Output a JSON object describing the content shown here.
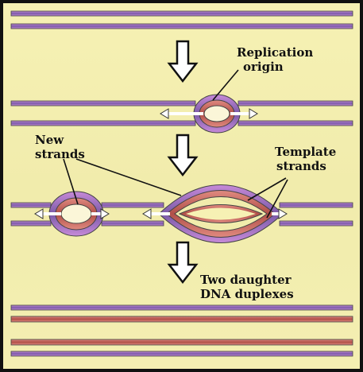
{
  "labels": {
    "replication_origin_line1": "Replication",
    "replication_origin_line2": "origin",
    "new_strands_line1": "New",
    "new_strands_line2": "strands",
    "template_strands_line1": "Template",
    "template_strands_line2": "strands",
    "daughter_line1": "Two daughter",
    "daughter_line2": "DNA duplexes"
  },
  "colors": {
    "background": "#f3efb0",
    "template_strand": "#8a6fb8",
    "new_strand": "#c9635a",
    "strand_outline": "#3a3a3a",
    "arrow": "#ffffff",
    "border": "#111111"
  }
}
